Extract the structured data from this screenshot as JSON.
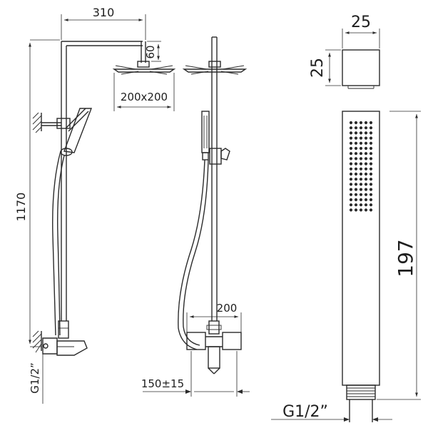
{
  "dimensions": {
    "arm_length": "310",
    "head_offset": "60",
    "head_size": "200x200",
    "total_height": "1170",
    "inlet_left": "G1/2”",
    "mixer_width": "200",
    "inlet_spacing": "150±15",
    "handshower_width": "25",
    "handshower_depth": "25",
    "handshower_length": "197",
    "handshower_inlet": "G1/2”"
  }
}
